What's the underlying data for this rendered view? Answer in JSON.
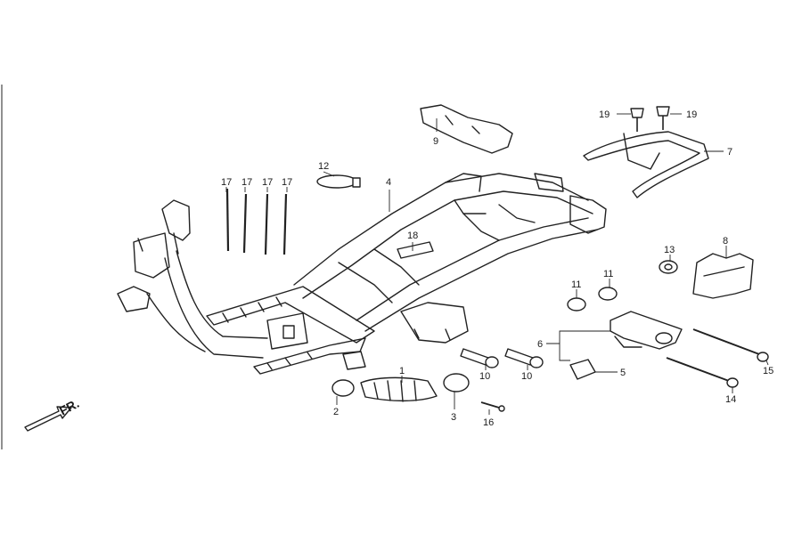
{
  "direction_label": "FR.",
  "callouts": {
    "p1": "1",
    "p2": "2",
    "p3": "3",
    "p4": "4",
    "p5": "5",
    "p6": "6",
    "p7": "7",
    "p8": "8",
    "p9": "9",
    "p10a": "10",
    "p10b": "10",
    "p11a": "11",
    "p11b": "11",
    "p12": "12",
    "p13": "13",
    "p14": "14",
    "p15": "15",
    "p16": "16",
    "p17a": "17",
    "p17b": "17",
    "p17c": "17",
    "p17d": "17",
    "p18": "18",
    "p19a": "19",
    "p19b": "19"
  }
}
